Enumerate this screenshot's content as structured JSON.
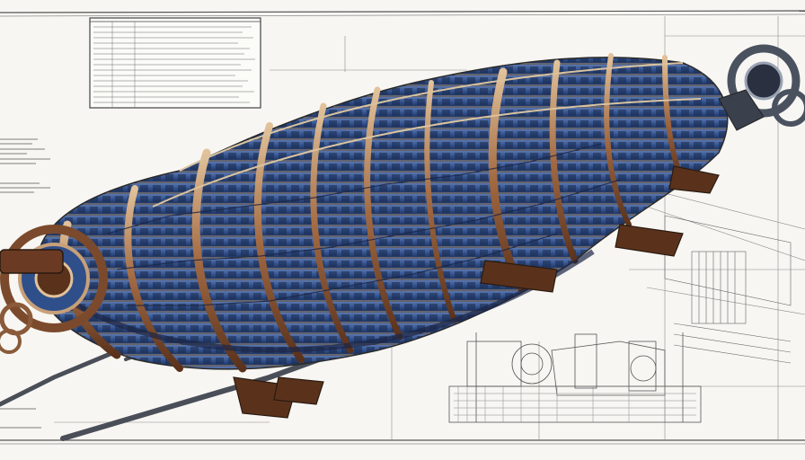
{
  "colors": {
    "paper": "#f7f6f2",
    "ink": "#3a3a3a",
    "frame_brown": "#8a5a3a",
    "frame_light": "#c8a27a",
    "hull_blue": "#2f4f8a",
    "hull_dark": "#1f2f55",
    "rust": "#6b3a22"
  },
  "icons": [
    "spaceship-illustration",
    "title-block-table",
    "annotation-notes",
    "engine-schematic-sketch"
  ]
}
